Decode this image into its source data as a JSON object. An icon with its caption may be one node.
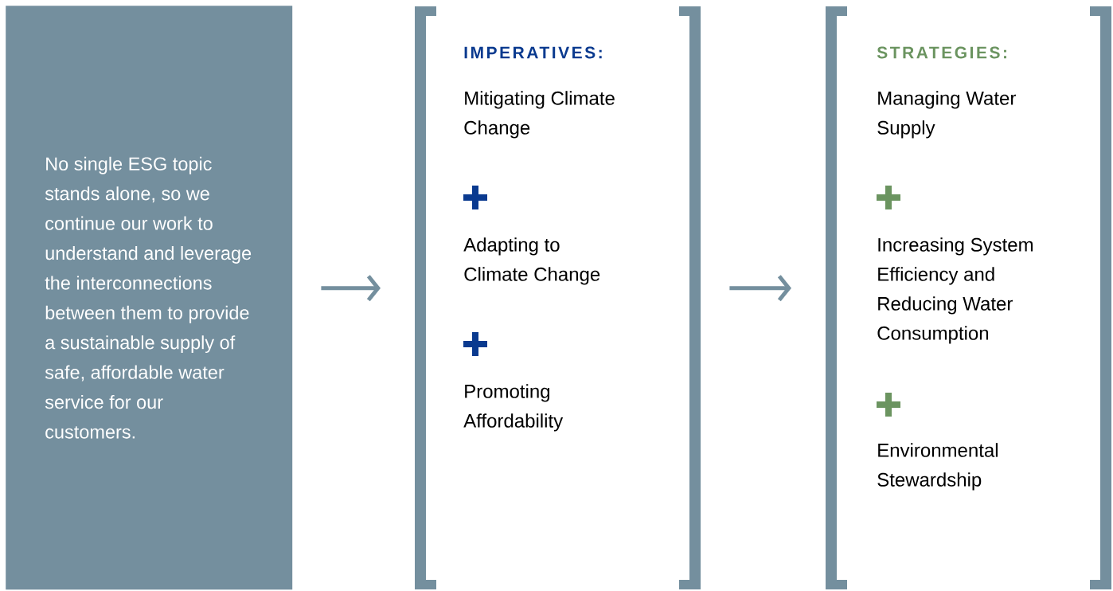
{
  "diagram": {
    "nodes": [
      {
        "text": [
          "No single ESG topic stands alone, so we continue our work to understand and leverage the interconnections between them to provide a sustainable supply of safe, affordable water service for our customers."
        ]
      },
      {
        "text": [
          "IMPERATIVES:",
          "Mitigating Climate Change",
          "Adapting to Climate Change",
          "Promoting Affordability"
        ]
      },
      {
        "text": [
          "STRATEGIES:",
          "Managing Water Supply",
          "Increasing System Efficiency and Reducing Water Consumption",
          "Environmental Stewardship"
        ]
      }
    ],
    "edges": [
      {
        "from": 0,
        "to": 1,
        "arrow": "to"
      },
      {
        "from": 1,
        "to": 2,
        "arrow": "to"
      }
    ]
  }
}
